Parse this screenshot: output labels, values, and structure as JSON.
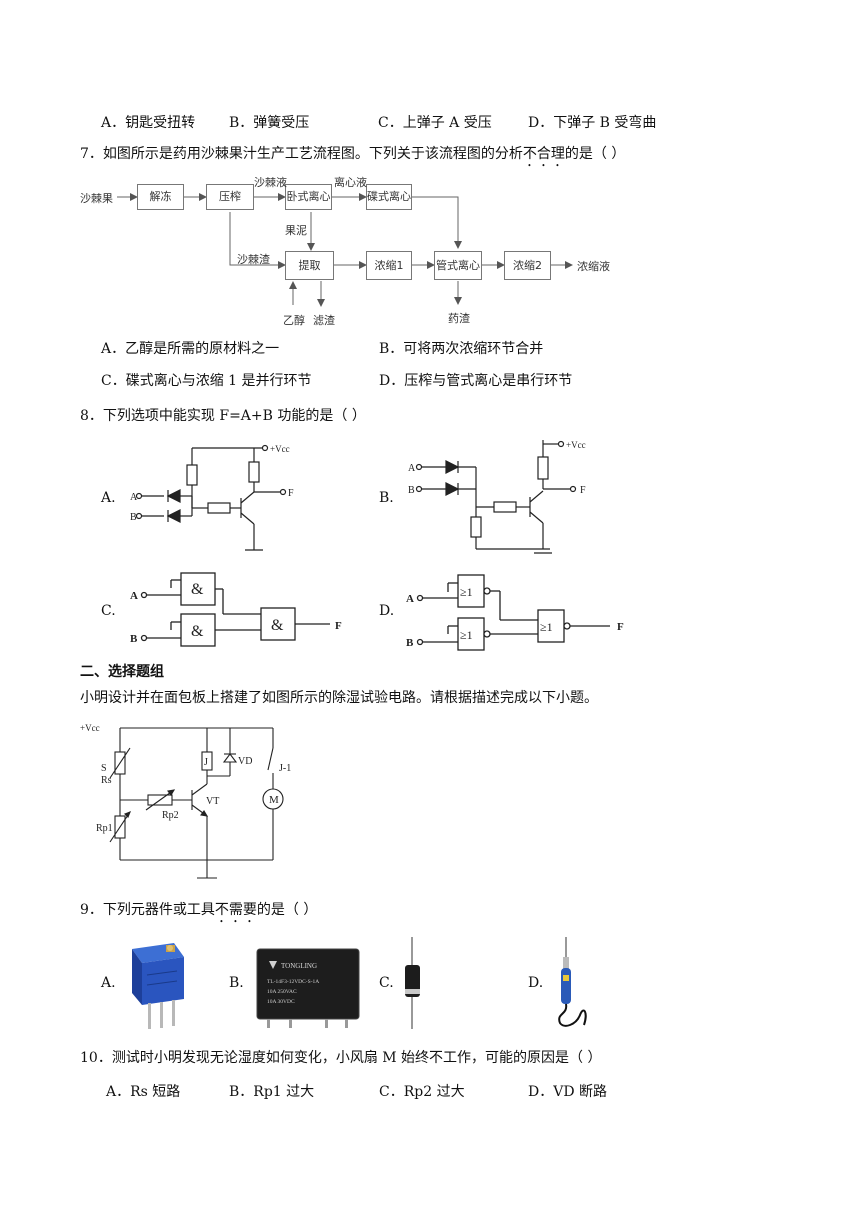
{
  "q6_options": [
    "A．钥匙受扭转",
    "B．弹簧受压",
    "C．上弹子 A 受压",
    "D．下弹子 B 受弯曲"
  ],
  "q7": {
    "stem_before": "7．如图所示是药用沙棘果汁生产工艺流程图。下列关于该流程图的分析",
    "stem_emph": "不合理",
    "stem_after": "的是（    ）",
    "flow": {
      "input_label": "沙棘果",
      "boxes": [
        "解冻",
        "压榨",
        "卧式离心",
        "碟式离心",
        "提取",
        "浓缩1",
        "管式离心",
        "浓缩2"
      ],
      "edge_labels": [
        "沙棘液",
        "离心液",
        "果泥",
        "沙棘渣",
        "乙醇",
        "滤渣",
        "药渣",
        "浓缩液"
      ]
    },
    "options": [
      "A．乙醇是所需的原材料之一",
      "B．可将两次浓缩环节合并",
      "C．碟式离心与浓缩 1 是并行环节",
      "D．压榨与管式离心是串行环节"
    ]
  },
  "q8": {
    "stem": "8．下列选项中能实现 F=A+B 功能的是（    ）",
    "option_letters": [
      "A.",
      "B.",
      "C.",
      "D."
    ],
    "labels": {
      "a": "A",
      "b": "B",
      "f": "F",
      "vcc": "+Vcc",
      "and": "&",
      "or": "≥1"
    }
  },
  "section2": {
    "title": "二、选择题组",
    "intro": "小明设计并在面包板上搭建了如图所示的除湿试验电路。请根据描述完成以下小题。",
    "circuit_labels": {
      "vcc": "+Vcc",
      "s": "S",
      "rs": "Rs",
      "rp1": "Rp1",
      "rp2": "Rp2",
      "j": "J",
      "vd": "VD",
      "vt": "VT",
      "j1": "J-1",
      "m": "M"
    }
  },
  "q9": {
    "stem_before": "9．下列元器件或工具",
    "stem_emph": "不需要",
    "stem_after": "的是（    ）",
    "option_letters": [
      "A.",
      "B.",
      "C.",
      "D."
    ],
    "relay_text": [
      "TONGLING",
      "TL-14F3-12VDC-S-1A",
      "10A 250VAC",
      "10A 30VDC"
    ]
  },
  "q10": {
    "stem": "10．测试时小明发现无论湿度如何变化，小风扇 M 始终不工作，可能的原因是（    ）",
    "options": [
      "A．Rs 短路",
      "B．Rp1 过大",
      "C．Rp2 过大",
      "D．VD 断路"
    ]
  }
}
